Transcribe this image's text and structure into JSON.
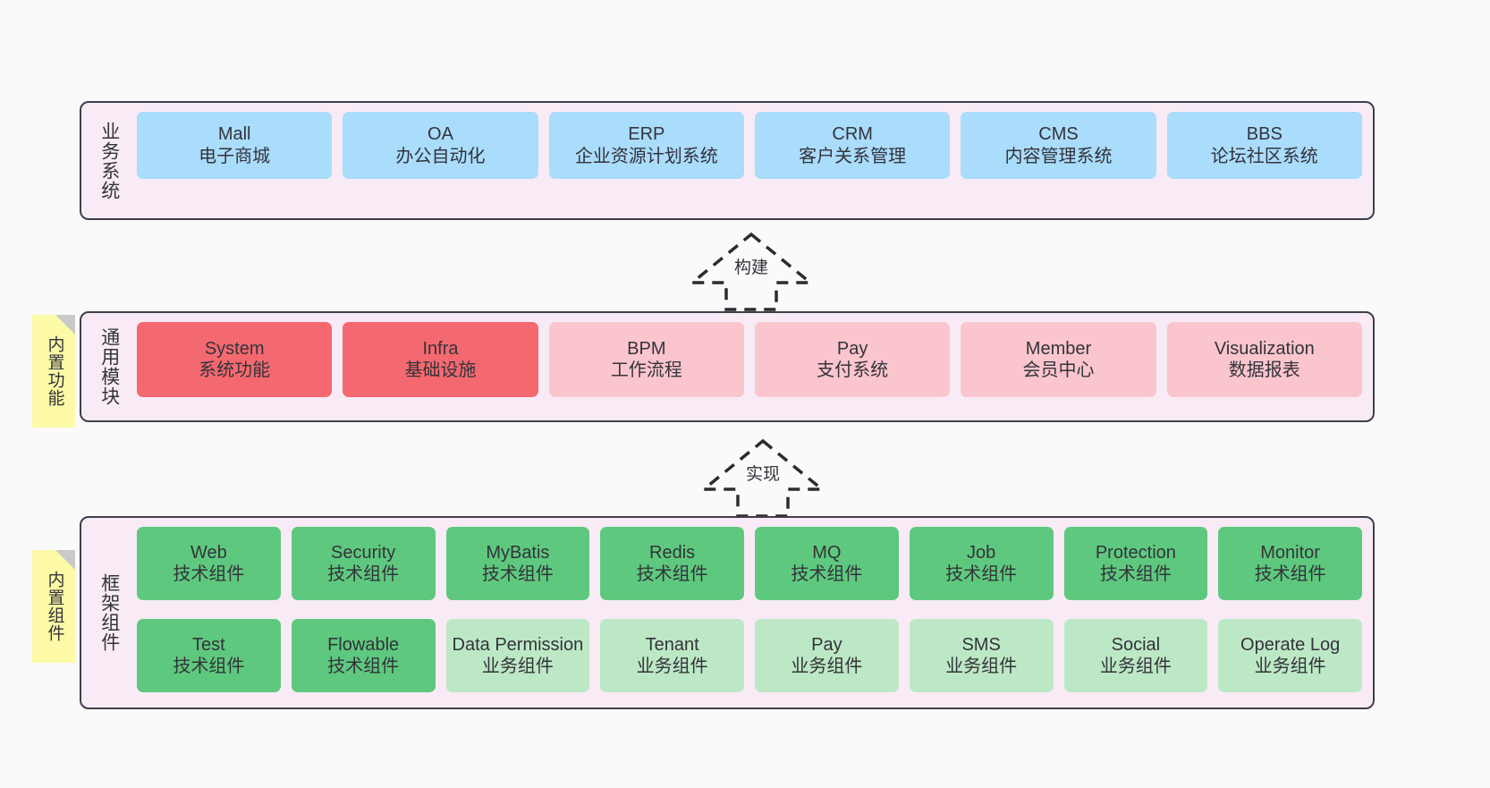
{
  "diagram": {
    "background_color": "#fafafa",
    "layer_background_color": "#f8ebf6",
    "layer_border_color": "#3f3f4a",
    "note_color": "#fcfaa6"
  },
  "notes": [
    {
      "id": "builtin-functions",
      "label": "内置功能"
    },
    {
      "id": "builtin-components",
      "label": "内置组件"
    }
  ],
  "layers": [
    {
      "id": "business-system",
      "title": "业务系统",
      "rows": [
        {
          "cells": [
            {
              "en": "Mall",
              "cn": "电子商城",
              "color": "#aadcfb",
              "style": "c-blue"
            },
            {
              "en": "OA",
              "cn": "办公自动化",
              "color": "#aadcfb",
              "style": "c-blue"
            },
            {
              "en": "ERP",
              "cn": "企业资源计划系统",
              "color": "#aadcfb",
              "style": "c-blue"
            },
            {
              "en": "CRM",
              "cn": "客户关系管理",
              "color": "#aadcfb",
              "style": "c-blue"
            },
            {
              "en": "CMS",
              "cn": "内容管理系统",
              "color": "#aadcfb",
              "style": "c-blue"
            },
            {
              "en": "BBS",
              "cn": "论坛社区系统",
              "color": "#aadcfb",
              "style": "c-blue"
            }
          ]
        }
      ]
    },
    {
      "id": "common-module",
      "title": "通用模块",
      "rows": [
        {
          "cells": [
            {
              "en": "System",
              "cn": "系统功能",
              "color": "#f4696f",
              "style": "c-red"
            },
            {
              "en": "Infra",
              "cn": "基础设施",
              "color": "#f4696f",
              "style": "c-red"
            },
            {
              "en": "BPM",
              "cn": "工作流程",
              "color": "#fbc5cd",
              "style": "c-pink"
            },
            {
              "en": "Pay",
              "cn": "支付系统",
              "color": "#fbc5cd",
              "style": "c-pink"
            },
            {
              "en": "Member",
              "cn": "会员中心",
              "color": "#fbc5cd",
              "style": "c-pink"
            },
            {
              "en": "Visualization",
              "cn": "数据报表",
              "color": "#fbc5cd",
              "style": "c-pink"
            }
          ]
        }
      ]
    },
    {
      "id": "framework-component",
      "title": "框架组件",
      "rows": [
        {
          "cells": [
            {
              "en": "Web",
              "cn": "技术组件",
              "color": "#5ec97e",
              "style": "c-green"
            },
            {
              "en": "Security",
              "cn": "技术组件",
              "color": "#5ec97e",
              "style": "c-green"
            },
            {
              "en": "MyBatis",
              "cn": "技术组件",
              "color": "#5ec97e",
              "style": "c-green"
            },
            {
              "en": "Redis",
              "cn": "技术组件",
              "color": "#5ec97e",
              "style": "c-green"
            },
            {
              "en": "MQ",
              "cn": "技术组件",
              "color": "#5ec97e",
              "style": "c-green"
            },
            {
              "en": "Job",
              "cn": "技术组件",
              "color": "#5ec97e",
              "style": "c-green"
            },
            {
              "en": "Protection",
              "cn": "技术组件",
              "color": "#5ec97e",
              "style": "c-green"
            },
            {
              "en": "Monitor",
              "cn": "技术组件",
              "color": "#5ec97e",
              "style": "c-green"
            }
          ]
        },
        {
          "cells": [
            {
              "en": "Test",
              "cn": "技术组件",
              "color": "#5ec97e",
              "style": "c-green"
            },
            {
              "en": "Flowable",
              "cn": "技术组件",
              "color": "#5ec97e",
              "style": "c-green"
            },
            {
              "en": "Data Permission",
              "cn": "业务组件",
              "color": "#bde8c5",
              "style": "c-lightgreen"
            },
            {
              "en": "Tenant",
              "cn": "业务组件",
              "color": "#bde8c5",
              "style": "c-lightgreen"
            },
            {
              "en": "Pay",
              "cn": "业务组件",
              "color": "#bde8c5",
              "style": "c-lightgreen"
            },
            {
              "en": "SMS",
              "cn": "业务组件",
              "color": "#bde8c5",
              "style": "c-lightgreen"
            },
            {
              "en": "Social",
              "cn": "业务组件",
              "color": "#bde8c5",
              "style": "c-lightgreen"
            },
            {
              "en": "Operate Log",
              "cn": "业务组件",
              "color": "#bde8c5",
              "style": "c-lightgreen"
            }
          ]
        }
      ]
    }
  ],
  "connectors": [
    {
      "id": "build",
      "label": "构建",
      "from": "common-module",
      "to": "business-system",
      "style": "dashed-generalization"
    },
    {
      "id": "implement",
      "label": "实现",
      "from": "framework-component",
      "to": "common-module",
      "style": "dashed-generalization"
    }
  ]
}
